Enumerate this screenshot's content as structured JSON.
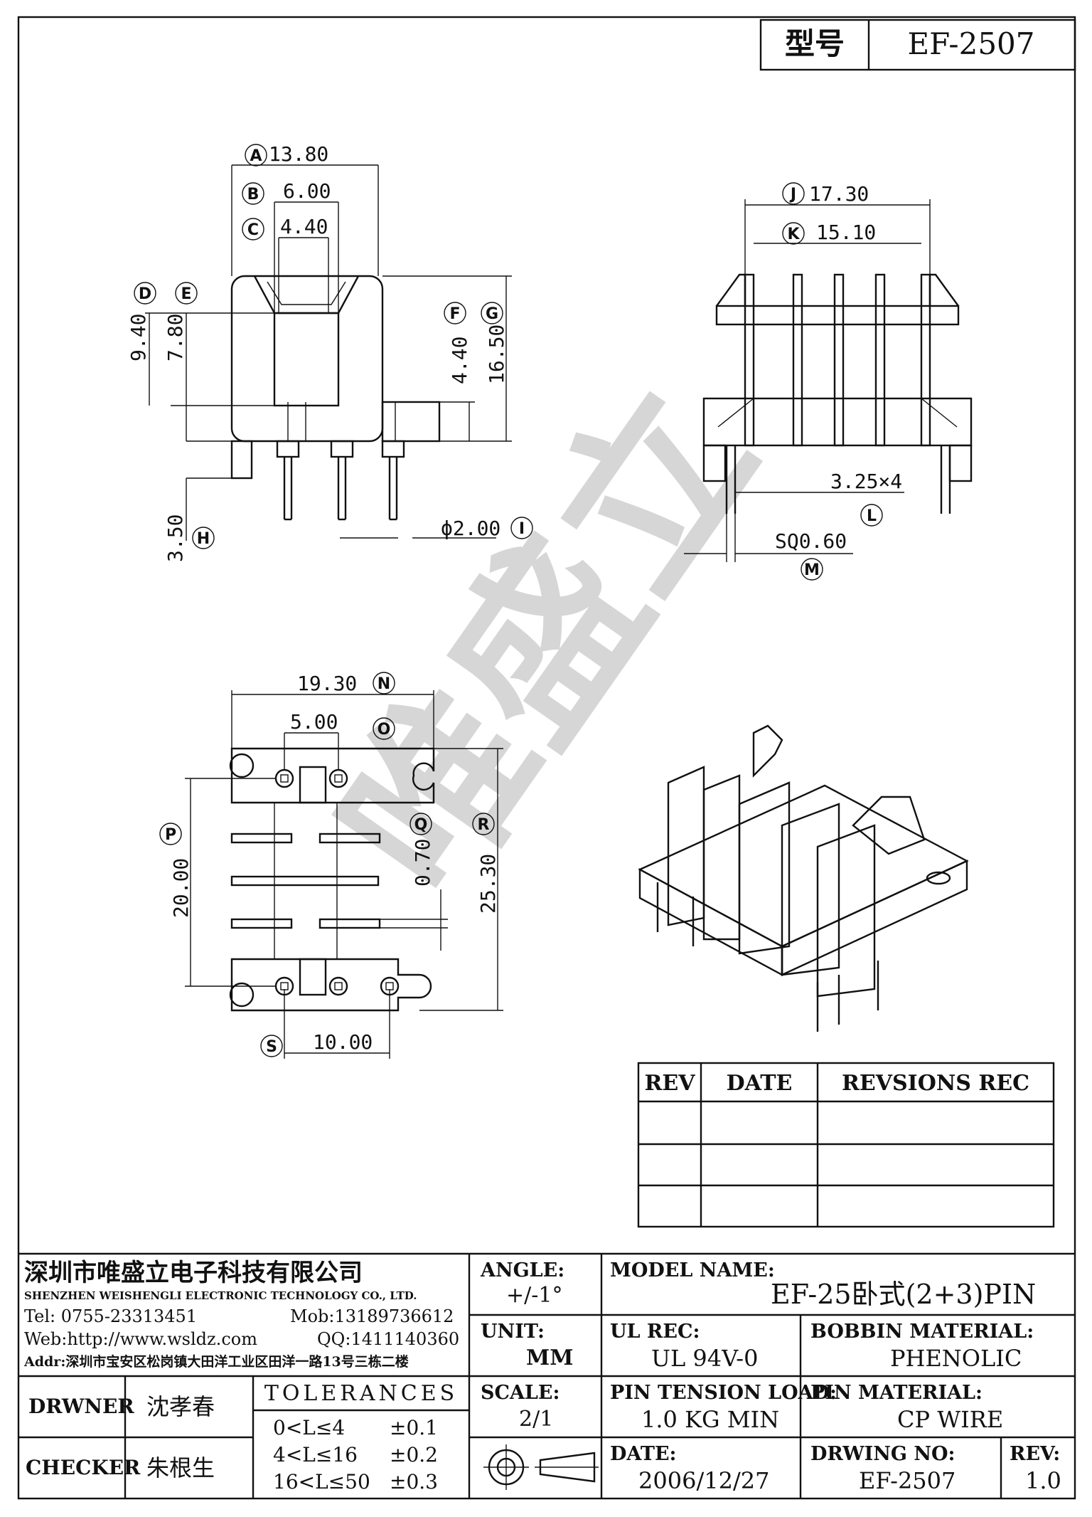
{
  "header": {
    "model_label": "型号",
    "model_number": "EF-2507"
  },
  "watermark": "唯盛立",
  "dimensions": {
    "A": "13.80",
    "B": "6.00",
    "C": "4.40",
    "D_val": "9.40",
    "E_val": "7.80",
    "F": "4.40",
    "G": "16.50",
    "H": "3.50",
    "I": "ϕ2.00",
    "J": "17.30",
    "K": "15.10",
    "L": "3.25×4",
    "M": "SQ0.60",
    "N": "19.30",
    "O": "5.00",
    "P": "20.00",
    "Q": "0.70",
    "R": "25.30",
    "S": "10.00"
  },
  "callouts": [
    "A",
    "B",
    "C",
    "D",
    "E",
    "F",
    "G",
    "H",
    "I",
    "J",
    "K",
    "L",
    "M",
    "N",
    "O",
    "P",
    "Q",
    "R",
    "S"
  ],
  "revisions": {
    "headers": [
      "REV",
      "DATE",
      "REVSIONS REC"
    ],
    "rows": [
      [
        "",
        "",
        ""
      ],
      [
        "",
        "",
        ""
      ],
      [
        "",
        "",
        ""
      ]
    ]
  },
  "title_block": {
    "company_cn": "深圳市唯盛立电子科技有限公司",
    "company_en": "SHENZHEN WEISHENGLI ELECTRONIC TECHNOLOGY CO., LTD.",
    "tel": "Tel: 0755-23313451",
    "mob": "Mob:13189736612",
    "web": "Web:http://www.wsldz.com",
    "qq": "QQ:1411140360",
    "addr": "Addr:深圳市宝安区松岗镇大田洋工业区田洋一路13号三栋二楼",
    "angle_label": "ANGLE:",
    "angle_value": "+/-1°",
    "unit_label": "UNIT:",
    "unit_value": "MM",
    "scale_label": "SCALE:",
    "scale_value": "2/1",
    "model_name_label": "MODEL NAME:",
    "model_name_value": "EF-25卧式(2+3)PIN",
    "ul_label": "UL REC:",
    "ul_value": "UL 94V-0",
    "bobbin_label": "BOBBIN MATERIAL:",
    "bobbin_value": "PHENOLIC",
    "pin_tension_label": "PIN TENSION LOAD:",
    "pin_tension_value": "1.0 KG MIN",
    "pin_material_label": "PIN MATERIAL:",
    "pin_material_value": "CP WIRE",
    "date_label": "DATE:",
    "date_value": "2006/12/27",
    "drawing_no_label": "DRWING NO:",
    "drawing_no_value": "EF-2507",
    "rev_label": "REV:",
    "rev_value": "1.0",
    "drawner_label": "DRWNER",
    "drawner_value": "沈孝春",
    "checker_label": "CHECKER",
    "checker_value": "朱根生",
    "tolerances_title": "TOLERANCES",
    "tolerances": [
      {
        "range": "0<L≤4",
        "tol": "±0.1"
      },
      {
        "range": "4<L≤16",
        "tol": "±0.2"
      },
      {
        "range": "16<L≤50",
        "tol": "±0.3"
      }
    ]
  }
}
